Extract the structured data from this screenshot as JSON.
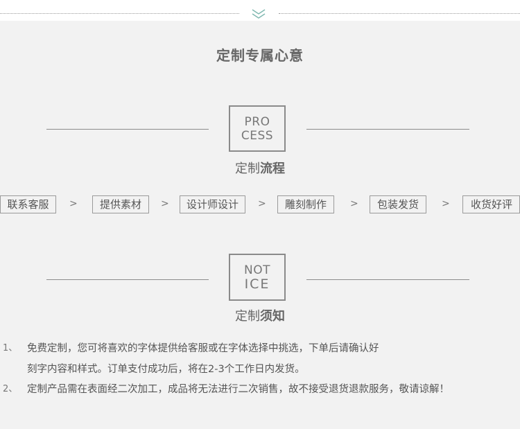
{
  "header": {
    "chevron_icon": "double-chevron-down-icon"
  },
  "main_title": "定制专属心意",
  "process": {
    "badge_line1": "PRO",
    "badge_line2": "CESS",
    "title_light": "定制",
    "title_bold": "流程",
    "steps": [
      {
        "label": "联系客服"
      },
      {
        "label": "提供素材"
      },
      {
        "label": "设计师设计"
      },
      {
        "label": "雕刻制作"
      },
      {
        "label": "包装发货"
      },
      {
        "label": "收货好评"
      }
    ],
    "arrow": ">"
  },
  "notice": {
    "badge_line1": "NOT",
    "badge_line2": "ICE",
    "title_light": "定制",
    "title_bold": "须知",
    "items": [
      {
        "num": "1、",
        "line1": "免费定制，您可将喜欢的字体提供给客服或在字体选择中挑选，下单后请确认好",
        "line2": "刻字内容和样式。订单支付成功后，将在2-3个工作日内发货。"
      },
      {
        "num": "2、",
        "line1": "定制产品需在表面经二次加工，成品将无法进行二次销售，故不接受退货退款服务，敬请谅解！"
      }
    ]
  },
  "colors": {
    "panel_bg": "#f2f2f2",
    "chevron": "#7fb8b0",
    "border": "#8a8a8a",
    "text": "#555555"
  }
}
